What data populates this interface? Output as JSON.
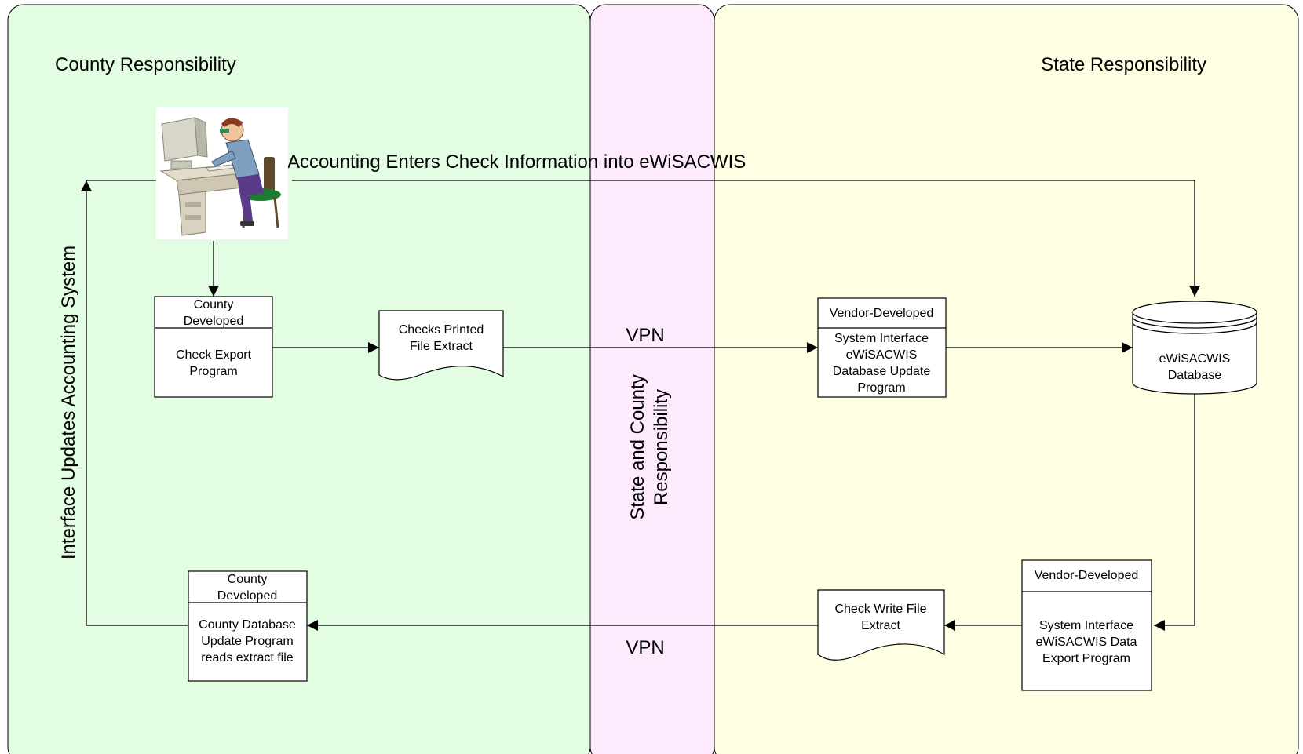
{
  "colors": {
    "county_zone": "#e3fde3",
    "shared_zone": "#fdebfd",
    "state_zone": "#fefee3",
    "line": "#000000"
  },
  "zones": {
    "county_title": "County Responsibility",
    "shared_title_line1": "State and County",
    "shared_title_line2": "Responsibility",
    "state_title": "State Responsibility"
  },
  "labels": {
    "accounting_enters": "Accounting Enters Check Information into eWiSACWIS",
    "interface_updates": "Interface Updates Accounting System",
    "vpn_top": "VPN",
    "vpn_bottom": "VPN"
  },
  "user_icon": "computer-user-illustration",
  "nodes": {
    "check_export": {
      "header_line1": "County",
      "header_line2": "Developed",
      "body_line1": "Check Export",
      "body_line2": "Program"
    },
    "checks_printed": {
      "line1": "Checks Printed",
      "line2": "File Extract"
    },
    "db_update": {
      "header": "Vendor-Developed",
      "body_line1": "System Interface",
      "body_line2": "eWiSACWIS",
      "body_line3": "Database Update",
      "body_line4": "Program"
    },
    "database": {
      "line1": "eWiSACWIS",
      "line2": "Database"
    },
    "data_export": {
      "header": "Vendor-Developed",
      "body_line1": "System Interface",
      "body_line2": "eWiSACWIS Data",
      "body_line3": "Export Program"
    },
    "check_write": {
      "line1": "Check Write File",
      "line2": "Extract"
    },
    "county_db_update": {
      "header_line1": "County",
      "header_line2": "Developed",
      "body_line1": "County Database",
      "body_line2": "Update Program",
      "body_line3": "reads extract file"
    }
  }
}
